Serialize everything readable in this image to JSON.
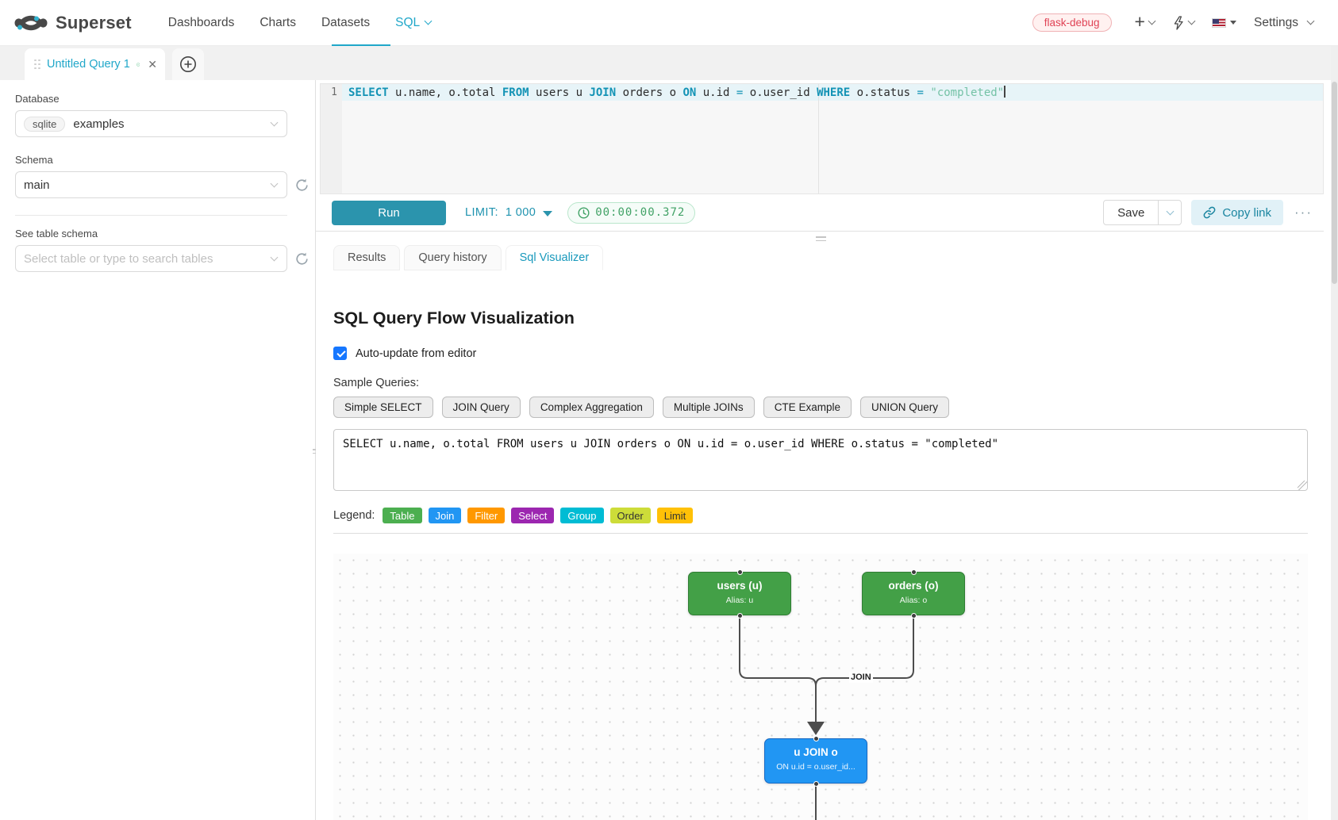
{
  "navbar": {
    "brand": "Superset",
    "items": [
      {
        "label": "Dashboards"
      },
      {
        "label": "Charts"
      },
      {
        "label": "Datasets"
      },
      {
        "label": "SQL"
      }
    ],
    "environment_tag": "flask-debug",
    "settings_label": "Settings"
  },
  "editor_tab": {
    "title": "Untitled Query 1",
    "close_glyph": "✕"
  },
  "sidebar": {
    "database_label": "Database",
    "database_engine_tag": "sqlite",
    "database_value": "examples",
    "schema_label": "Schema",
    "schema_value": "main",
    "table_label": "See table schema",
    "table_placeholder": "Select table or type to search tables"
  },
  "editor": {
    "line_number": "1",
    "tokens": [
      {
        "text": "SELECT",
        "type": "kw"
      },
      {
        "text": " u.name, o.total ",
        "type": "pl"
      },
      {
        "text": "FROM",
        "type": "kw"
      },
      {
        "text": " users u ",
        "type": "pl"
      },
      {
        "text": "JOIN",
        "type": "kw"
      },
      {
        "text": " orders o ",
        "type": "pl"
      },
      {
        "text": "ON",
        "type": "kw"
      },
      {
        "text": " u.id ",
        "type": "pl"
      },
      {
        "text": "=",
        "type": "op"
      },
      {
        "text": " o.user_id ",
        "type": "pl"
      },
      {
        "text": "WHERE",
        "type": "kw"
      },
      {
        "text": " o.status ",
        "type": "pl"
      },
      {
        "text": "=",
        "type": "op"
      },
      {
        "text": " ",
        "type": "pl"
      },
      {
        "text": "\"completed\"",
        "type": "str"
      }
    ]
  },
  "toolbar": {
    "run_label": "Run",
    "limit_label": "LIMIT:",
    "limit_value": "1 000",
    "elapsed_time": "00:00:00.372",
    "save_label": "Save",
    "copy_link_label": "Copy link",
    "more_glyph": "···"
  },
  "south_tabs": {
    "results": "Results",
    "query_history": "Query history",
    "sql_visualizer": "Sql Visualizer"
  },
  "visualizer": {
    "title": "SQL Query Flow Visualization",
    "auto_update_label": "Auto-update from editor",
    "auto_update_checked": true,
    "sample_queries_label": "Sample Queries:",
    "sample_buttons": [
      "Simple SELECT",
      "JOIN Query",
      "Complex Aggregation",
      "Multiple JOINs",
      "CTE Example",
      "UNION Query"
    ],
    "query_text": "SELECT u.name, o.total FROM users u JOIN orders o ON u.id = o.user_id WHERE o.status = \"completed\"",
    "legend_label": "Legend:",
    "legend_badges": [
      {
        "label": "Table",
        "color": "#4caf50",
        "text": "#ffffff"
      },
      {
        "label": "Join",
        "color": "#2196f3",
        "text": "#ffffff"
      },
      {
        "label": "Filter",
        "color": "#ff9800",
        "text": "#ffffff"
      },
      {
        "label": "Select",
        "color": "#9c27b0",
        "text": "#ffffff"
      },
      {
        "label": "Group",
        "color": "#00bcd4",
        "text": "#ffffff"
      },
      {
        "label": "Order",
        "color": "#cddc39",
        "text": "#333333"
      },
      {
        "label": "Limit",
        "color": "#ffc107",
        "text": "#333333"
      }
    ],
    "flow": {
      "nodes": [
        {
          "title": "users (u)",
          "subtitle": "Alias: u",
          "color": "#43a047",
          "border": "#2f7d33"
        },
        {
          "title": "orders (o)",
          "subtitle": "Alias: o",
          "color": "#43a047",
          "border": "#2f7d33"
        },
        {
          "title": "u JOIN o",
          "subtitle": "ON u.id = o.user_id...",
          "color": "#2196f3",
          "border": "#1769c4"
        }
      ],
      "edge_label": "JOIN"
    }
  },
  "colors": {
    "primary_teal": "#20a7c9",
    "run_button": "#2b94ad",
    "success_green": "#41a266",
    "edge_gray": "#4d4d4d"
  }
}
